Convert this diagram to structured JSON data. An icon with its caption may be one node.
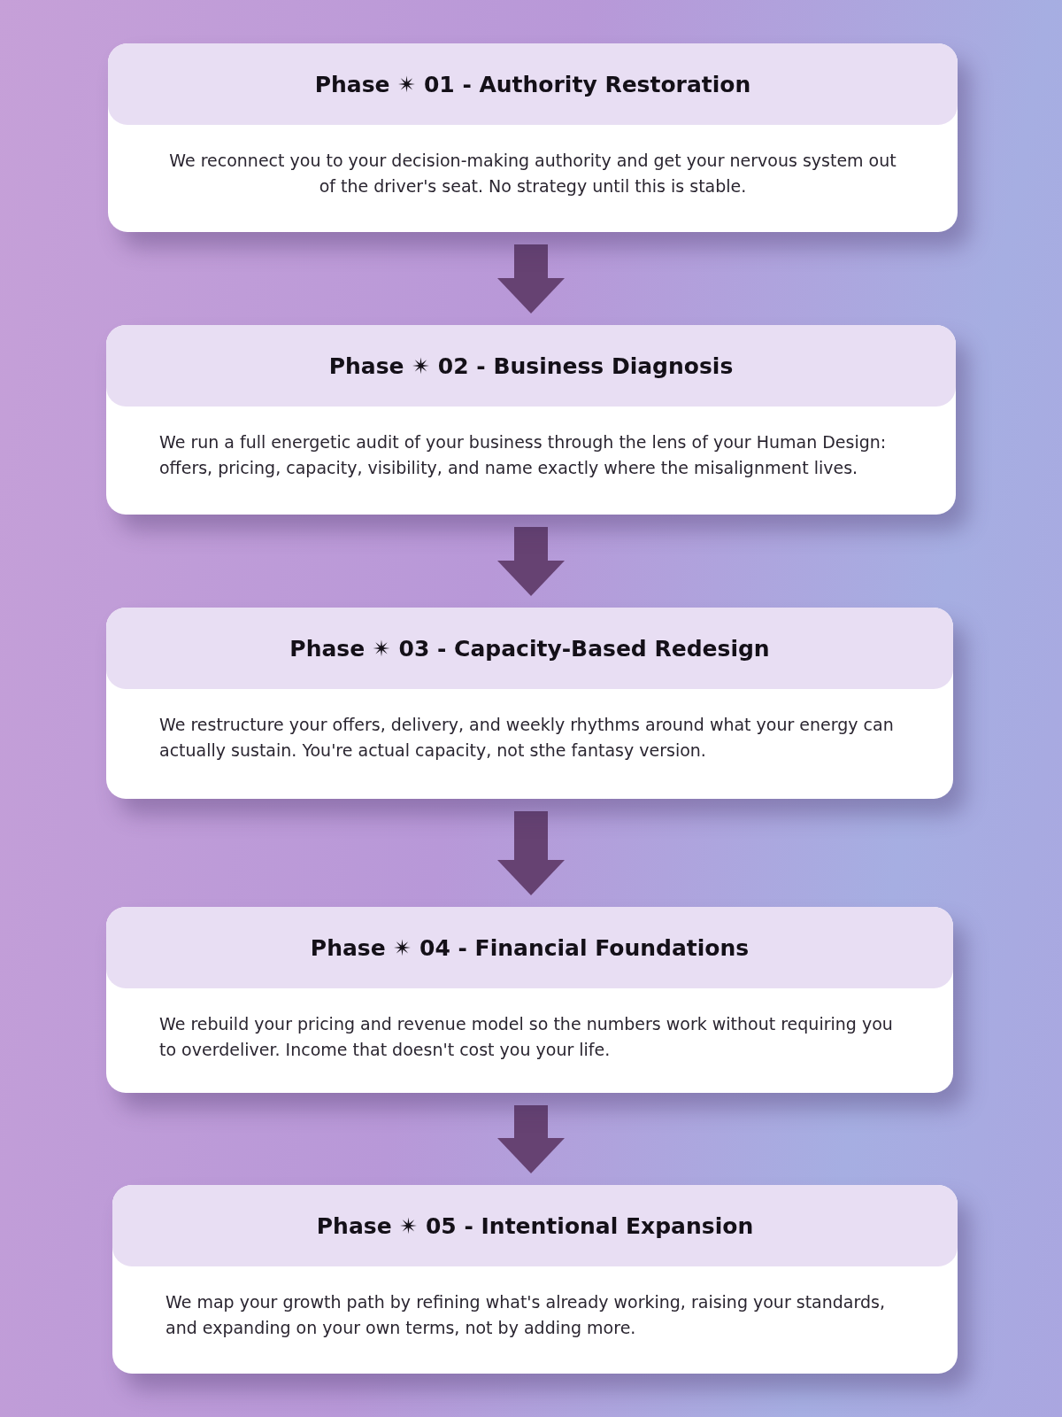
{
  "diagram": {
    "nodes": [
      {
        "text": [
          "Phase ✴ 01 - Authority Restoration",
          "We reconnect you to your decision-making authority and get your nervous system out of the driver's seat. No strategy until this is stable."
        ]
      },
      {
        "text": [
          "Phase ✴ 02 - Business Diagnosis",
          "We run a full energetic audit of your business through the lens of your Human Design: offers, pricing, capacity, visibility, and name exactly where the misalignment lives."
        ]
      },
      {
        "text": [
          "Phase ✴ 03 - Capacity-Based Redesign",
          "We restructure your offers, delivery, and weekly rhythms around what your energy can actually sustain. You're actual capacity, not sthe fantasy version."
        ]
      },
      {
        "text": [
          "Phase ✴ 04 - Financial Foundations",
          "We rebuild your pricing and revenue model so the numbers work without requiring you to overdeliver. Income that doesn't cost you your life."
        ]
      },
      {
        "text": [
          "Phase ✴ 05 - Intentional Expansion",
          "We map your growth path by refining what's already working, raising your standards, and expanding on your own terms, not by adding more."
        ]
      }
    ],
    "edges": [
      {
        "from": 0,
        "to": 1,
        "arrow": "to"
      },
      {
        "from": 1,
        "to": 2,
        "arrow": "to"
      },
      {
        "from": 2,
        "to": 3,
        "arrow": "to"
      },
      {
        "from": 3,
        "to": 4,
        "arrow": "to"
      }
    ]
  }
}
